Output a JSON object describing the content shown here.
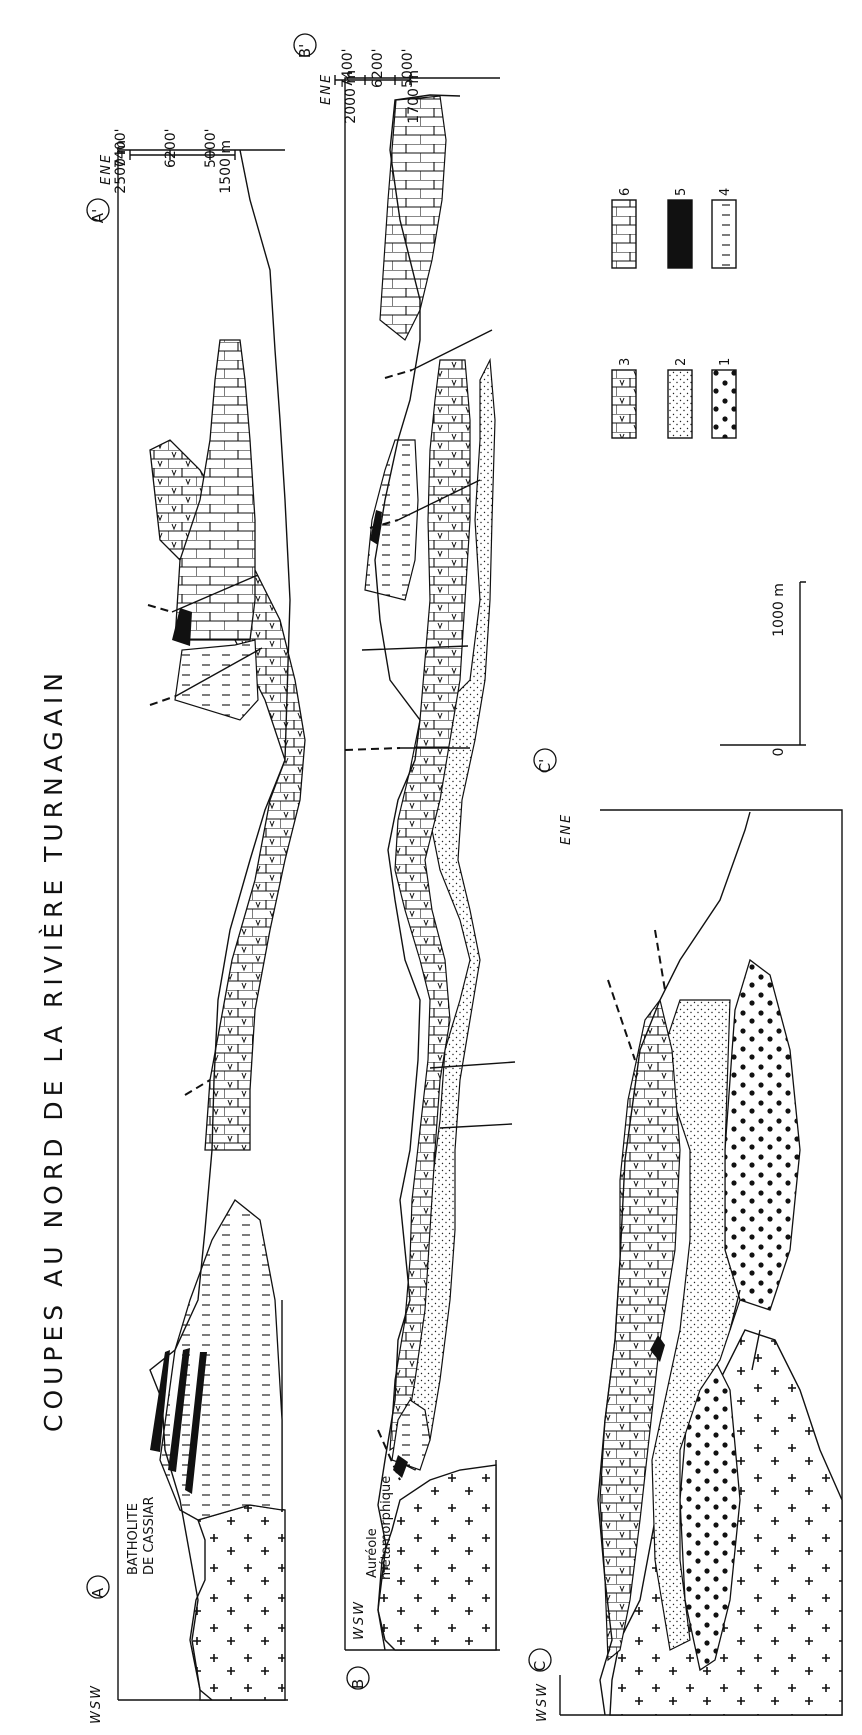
{
  "title": "COUPES AU NORD DE LA RIVIÈRE TURNAGAIN",
  "sections": {
    "A": {
      "left_label": "A",
      "right_label": "A'",
      "left_dir": "WSW",
      "right_dir": "ENE",
      "batholith_label_1": "BATHOLITE",
      "batholith_label_2": "DE CASSIAR",
      "left_axis": {
        "m_top": "2500 m",
        "m_bottom": "1500 m",
        "ft_1": "7400'",
        "ft_2": "6200'",
        "ft_3": "5000'"
      }
    },
    "B": {
      "left_label": "B",
      "right_label": "B'",
      "left_dir": "WSW",
      "right_dir": "ENE",
      "aureole_label_1": "Auréole",
      "aureole_label_2": "métamorphique",
      "axis": {
        "m_top": "2000 m",
        "m_bottom": "1700 m",
        "ft_1": "7400'",
        "ft_2": "6200'",
        "ft_3": "5000'"
      }
    },
    "C": {
      "left_label": "C",
      "right_label": "C'",
      "left_dir": "WSW",
      "right_dir": "ENE"
    }
  },
  "scale_bar": {
    "start": "0",
    "end": "1000 m"
  },
  "legend": [
    {
      "number": "1",
      "pattern": "dots"
    },
    {
      "number": "2",
      "pattern": "stipple"
    },
    {
      "number": "3",
      "pattern": "limestone-v"
    },
    {
      "number": "4",
      "pattern": "dashed-shale"
    },
    {
      "number": "5",
      "pattern": "solid-black"
    },
    {
      "number": "6",
      "pattern": "brick"
    }
  ]
}
